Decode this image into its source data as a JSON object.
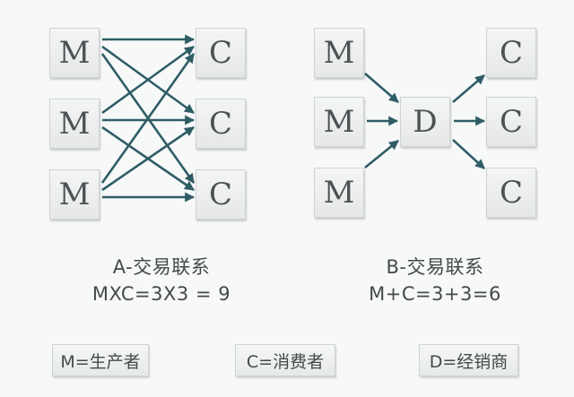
{
  "colors": {
    "arrow": "#2f5d66",
    "box_border": "#cfd3d4"
  },
  "diagram_a": {
    "nodes": {
      "m1": "M",
      "m2": "M",
      "m3": "M",
      "c1": "C",
      "c2": "C",
      "c3": "C"
    },
    "caption_line1": "A-交易联系",
    "caption_line2": "MXC=3X3 = 9"
  },
  "diagram_b": {
    "nodes": {
      "m1": "M",
      "m2": "M",
      "m3": "M",
      "d": "D",
      "c1": "C",
      "c2": "C",
      "c3": "C"
    },
    "caption_line1": "B-交易联系",
    "caption_line2": "M+C=3+3=6"
  },
  "legend": {
    "producer": "M=生产者",
    "consumer": "C=消费者",
    "dealer": "D=经销商"
  }
}
